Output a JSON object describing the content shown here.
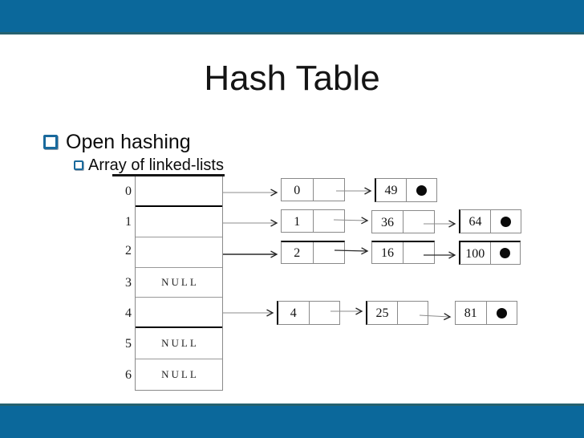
{
  "slide": {
    "title": "Hash Table",
    "bullet1": "Open hashing",
    "bullet2_prefix": "Array of ",
    "bullet2_underline": "linked-lists"
  },
  "colors": {
    "bar_blue": "#0b689b",
    "bar_edge": "#25616f",
    "bullet_blue": "#19699c",
    "line_gray": "#8c8c8c",
    "line_dark": "#2a2a2a"
  },
  "diagram": {
    "null_label": "NULL",
    "indices": [
      "0",
      "1",
      "2",
      "3",
      "4",
      "5",
      "6"
    ],
    "buckets": [
      {
        "index": "0",
        "chain": [
          "0",
          "49"
        ]
      },
      {
        "index": "1",
        "chain": [
          "1",
          "36",
          "64"
        ]
      },
      {
        "index": "2",
        "chain": [
          "2",
          "16",
          "100"
        ]
      },
      {
        "index": "3",
        "chain": []
      },
      {
        "index": "4",
        "chain": [
          "4",
          "25",
          "81"
        ]
      },
      {
        "index": "5",
        "chain": []
      },
      {
        "index": "6",
        "chain": []
      }
    ]
  }
}
